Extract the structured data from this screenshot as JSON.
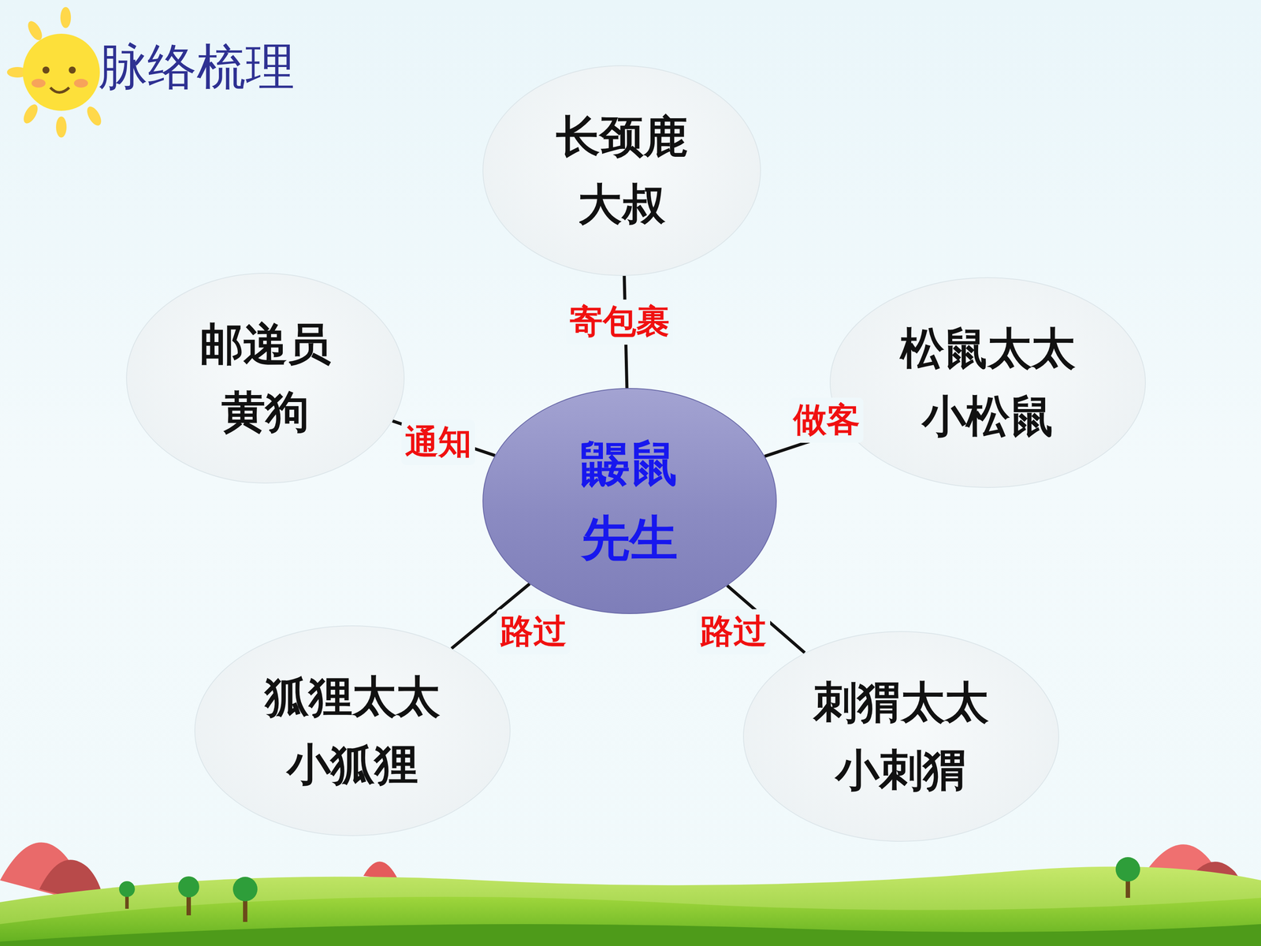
{
  "diagram": {
    "title": "脉络梳理",
    "nodes": [
      {
        "text": [
          "长颈鹿 大叔"
        ]
      },
      {
        "text": [
          "邮递员 黄狗"
        ]
      },
      {
        "text": [
          "松鼠太太 小松鼠"
        ]
      },
      {
        "text": [
          "鼹鼠 先生"
        ]
      },
      {
        "text": [
          "狐狸太太 小狐狸"
        ]
      },
      {
        "text": [
          "刺猬太太 小刺猬"
        ]
      }
    ],
    "edges": [
      {
        "from": 3,
        "to": 0,
        "label": "寄包裹",
        "arrow": "none"
      },
      {
        "from": 3,
        "to": 1,
        "label": "通知",
        "arrow": "none"
      },
      {
        "from": 3,
        "to": 2,
        "label": "做客",
        "arrow": "none"
      },
      {
        "from": 3,
        "to": 4,
        "label": "路过",
        "arrow": "none"
      },
      {
        "from": 3,
        "to": 5,
        "label": "路过",
        "arrow": "none"
      }
    ]
  }
}
